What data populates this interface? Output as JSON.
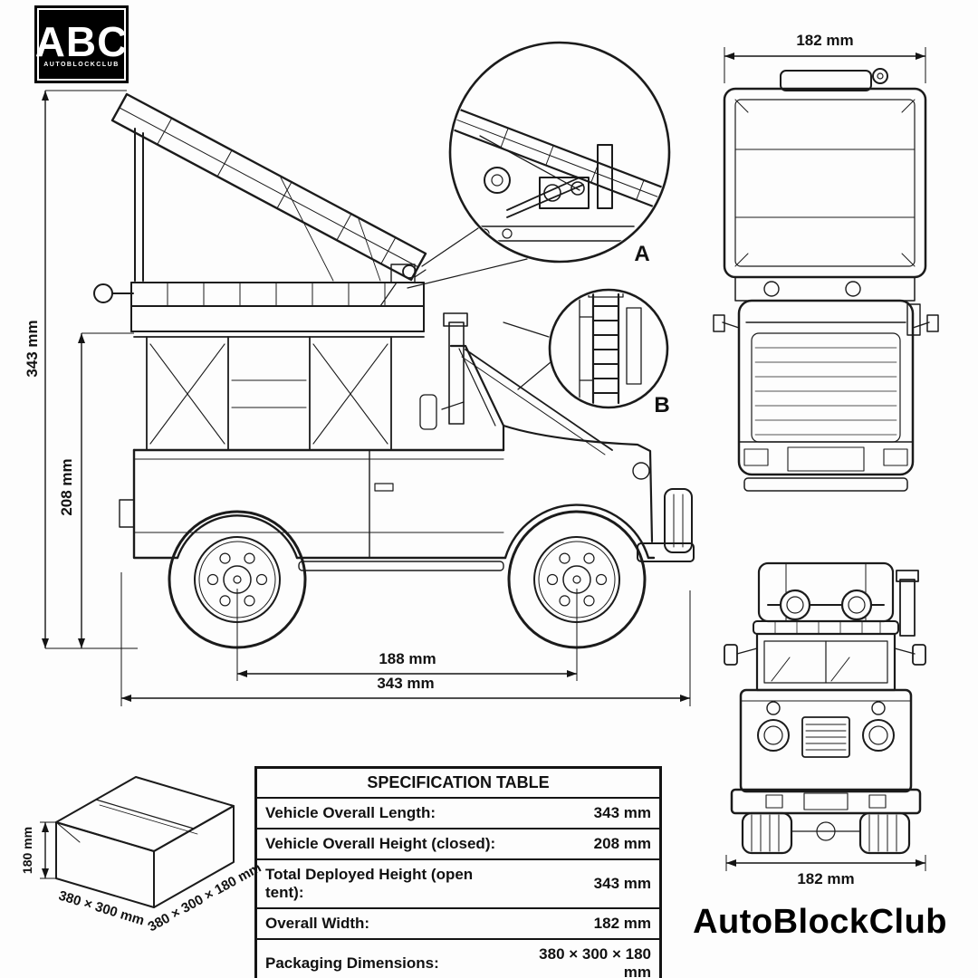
{
  "logo": {
    "abbr": "ABC",
    "subtitle": "AUTOBLOCKCLUB"
  },
  "brand": "AutoBlockClub",
  "detail_labels": {
    "a": "A",
    "b": "B"
  },
  "dimensions": {
    "top_view_width": "182 mm",
    "deployed_height": "343 mm",
    "closed_height": "208 mm",
    "wheelbase": "188 mm",
    "overall_length": "343 mm",
    "front_view_width": "182 mm",
    "box_height": "180 mm",
    "box_left_edge": "380 × 300 mm",
    "box_right_edge": "380 × 300 × 180 mm"
  },
  "spec_table": {
    "title": "SPECIFICATION TABLE",
    "rows": [
      {
        "label": "Vehicle Overall Length:",
        "value": "343 mm"
      },
      {
        "label": "Vehicle Overall Height (closed):",
        "value": "208 mm"
      },
      {
        "label": "Total Deployed Height (open tent):",
        "value": "343 mm"
      },
      {
        "label": "Overall Width:",
        "value": "182 mm"
      },
      {
        "label": "Packaging Dimensions:",
        "value": "380 × 300 × 180 mm"
      }
    ]
  }
}
